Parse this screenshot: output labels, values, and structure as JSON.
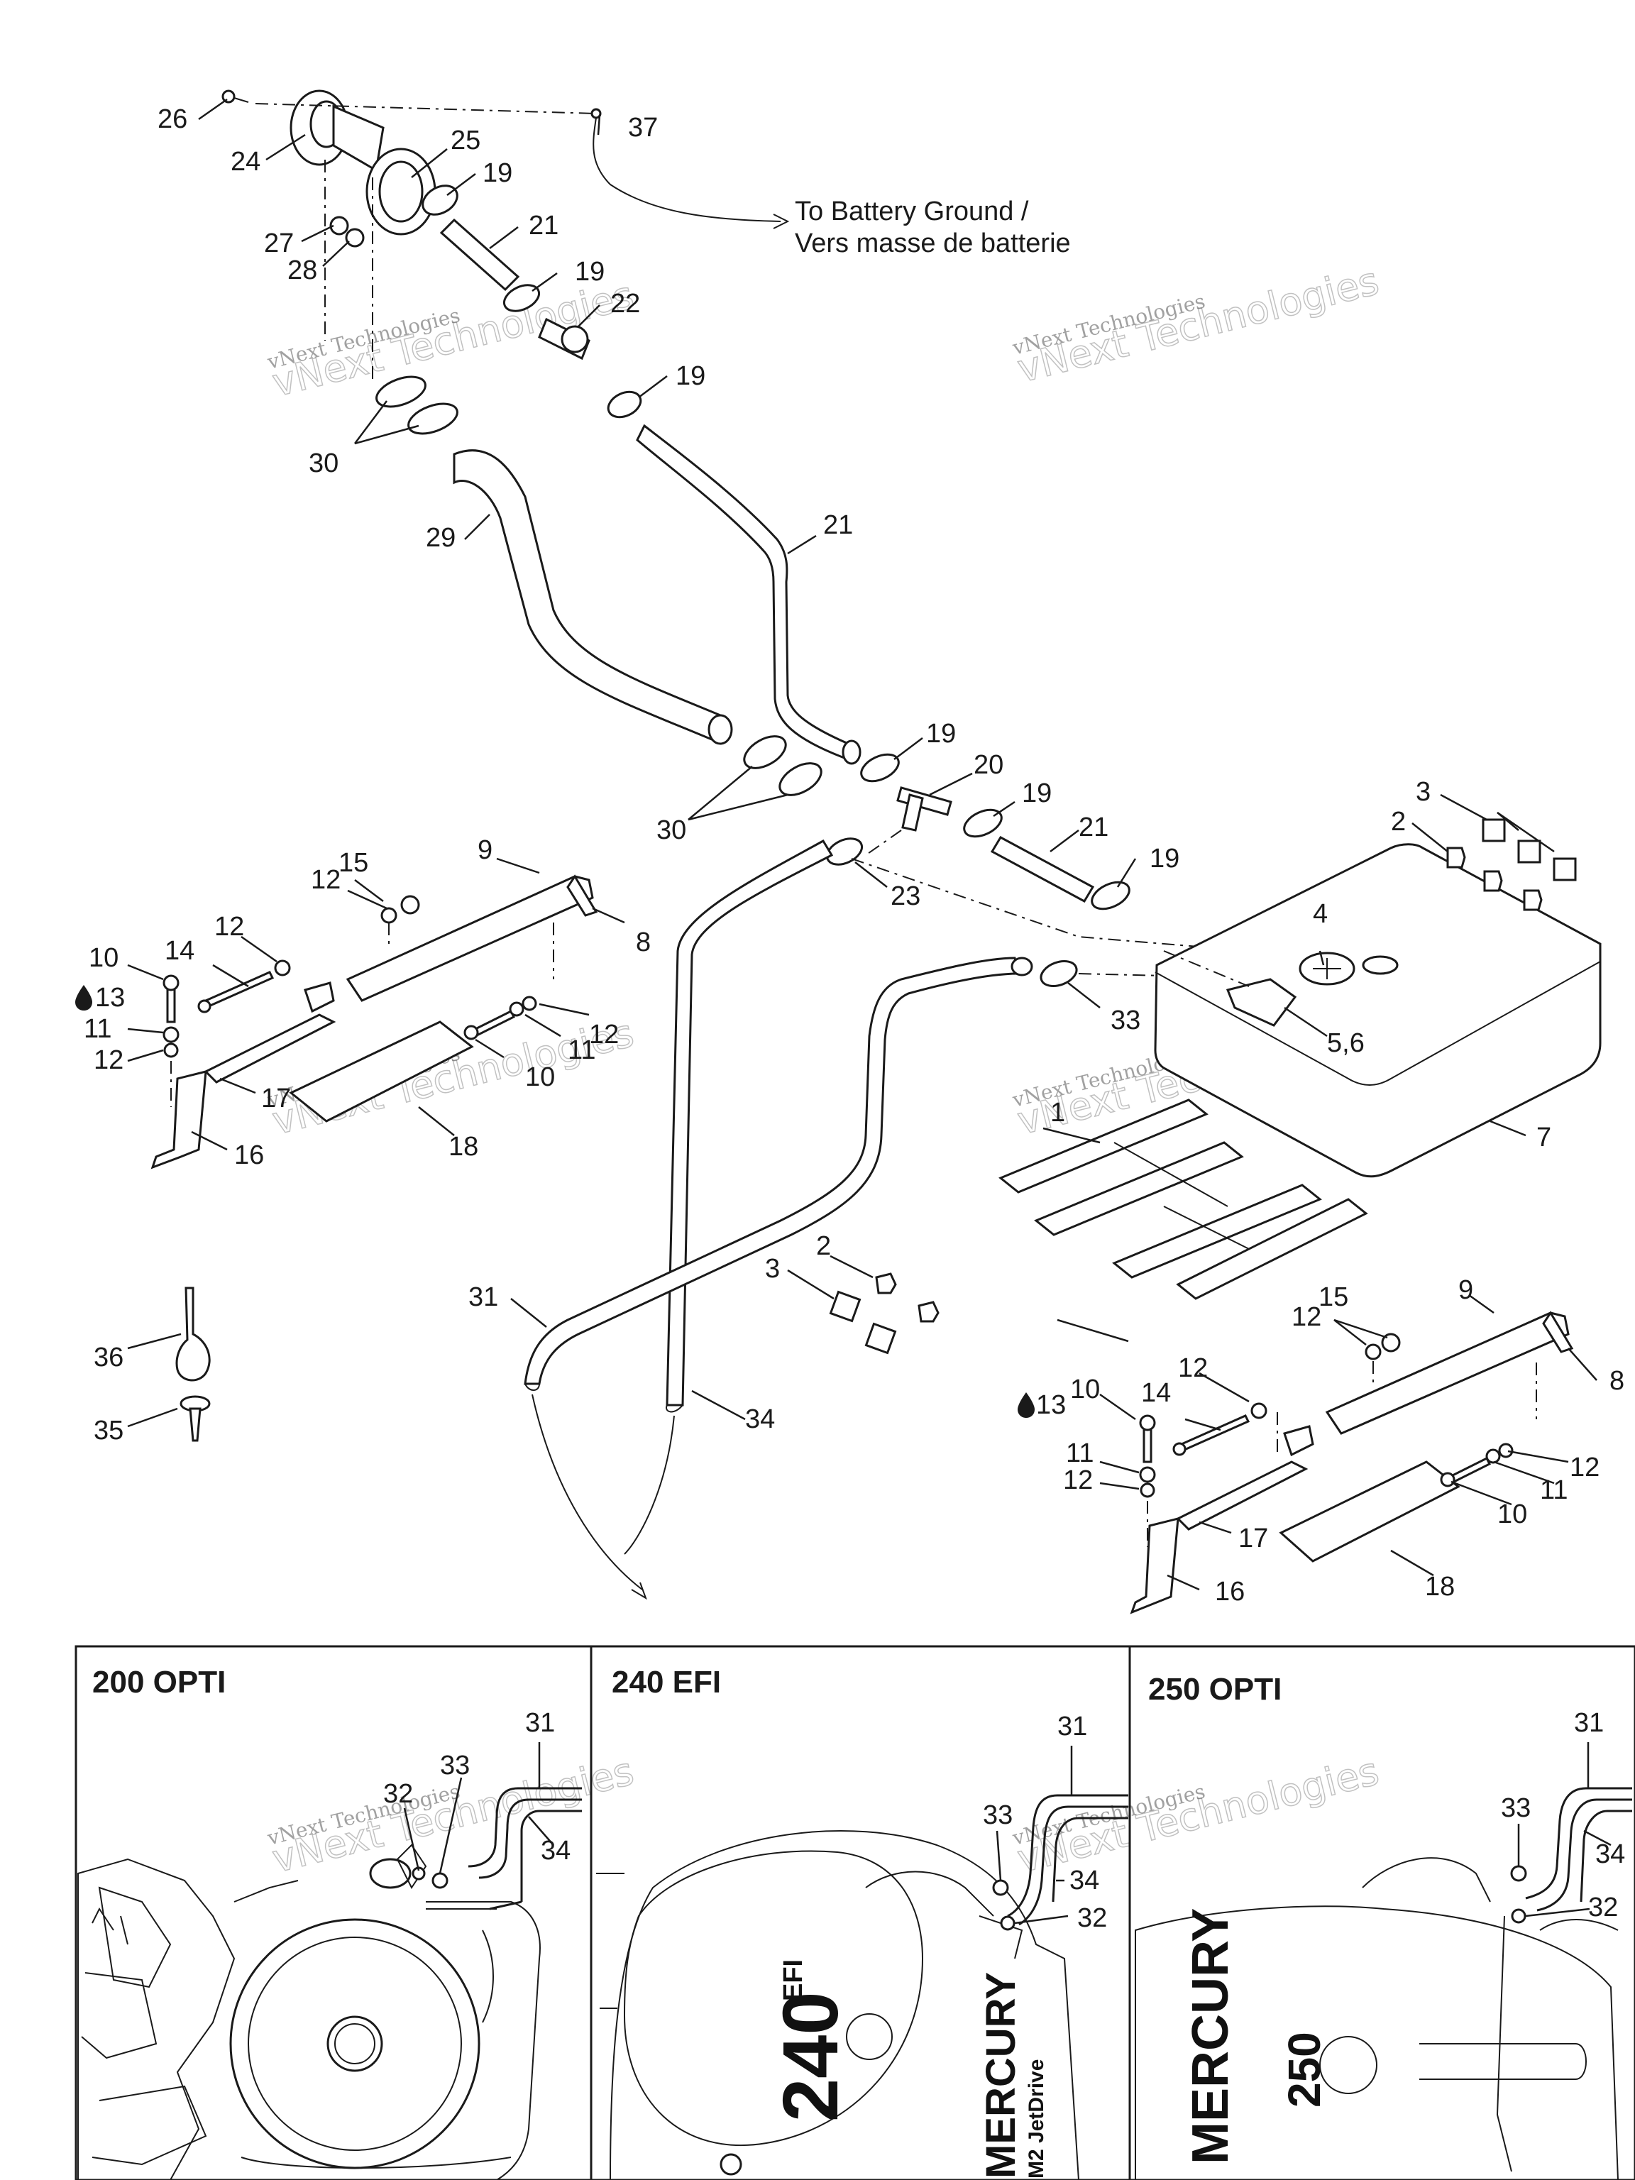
{
  "callouts": {
    "c26": "26",
    "c24": "24",
    "c25": "25",
    "c19a": "19",
    "c37": "37",
    "c27": "27",
    "c28": "28",
    "c21a": "21",
    "c19b": "19",
    "c22": "22",
    "c19c": "19",
    "c30a": "30",
    "c29": "29",
    "c21b": "21",
    "c19d": "19",
    "c20": "20",
    "c19e": "19",
    "c30b": "30",
    "c21c": "21",
    "c19f": "19",
    "c23": "23",
    "c3a": "3",
    "c2a": "2",
    "c4": "4",
    "c56": "5,6",
    "c33": "33",
    "c7": "7",
    "c1": "1",
    "c15a": "15",
    "c9a": "9",
    "c12a": "12",
    "c8a": "8",
    "c12b": "12",
    "c10a": "10",
    "c14a": "14",
    "c13a": "13",
    "c11a": "11",
    "c12c": "12",
    "c10b": "10",
    "c11b": "11",
    "c12d": "12",
    "c17a": "17",
    "c18a": "18",
    "c16a": "16",
    "c36": "36",
    "c35": "35",
    "c31": "31",
    "c34": "34",
    "c2b": "2",
    "c3b": "3",
    "c15b": "15",
    "c9b": "9",
    "c12e": "12",
    "c8b": "8",
    "c12f": "12",
    "c10c": "10",
    "c14b": "14",
    "c13b": "13",
    "c11c": "11",
    "c12g": "12",
    "c12h": "12",
    "c11d": "11",
    "c10d": "10",
    "c17b": "17",
    "c18b": "18",
    "c16b": "16"
  },
  "ground_note": {
    "line1": "To Battery Ground /",
    "line2": "Vers masse de batterie"
  },
  "panels": [
    {
      "title": "200 OPTI",
      "callouts": {
        "a": "31",
        "b": "33",
        "c": "32",
        "d": "34"
      }
    },
    {
      "title": "240 EFI",
      "callouts": {
        "a": "31",
        "b": "33",
        "c": "34",
        "d": "32"
      },
      "engine_badge": "240",
      "engine_badge_sup": "EFI",
      "brand": "MERCURY",
      "sub_brand": "M2 JetDrive"
    },
    {
      "title": "250 OPTI",
      "callouts": {
        "a": "31",
        "b": "33",
        "c": "34",
        "d": "32"
      },
      "brand": "MERCURY",
      "engine_badge": "250"
    }
  ],
  "watermark": {
    "line1": "vNext Technologies",
    "line2": "vNext Technologies"
  },
  "oil_drop_icon": "oil-drop-icon"
}
